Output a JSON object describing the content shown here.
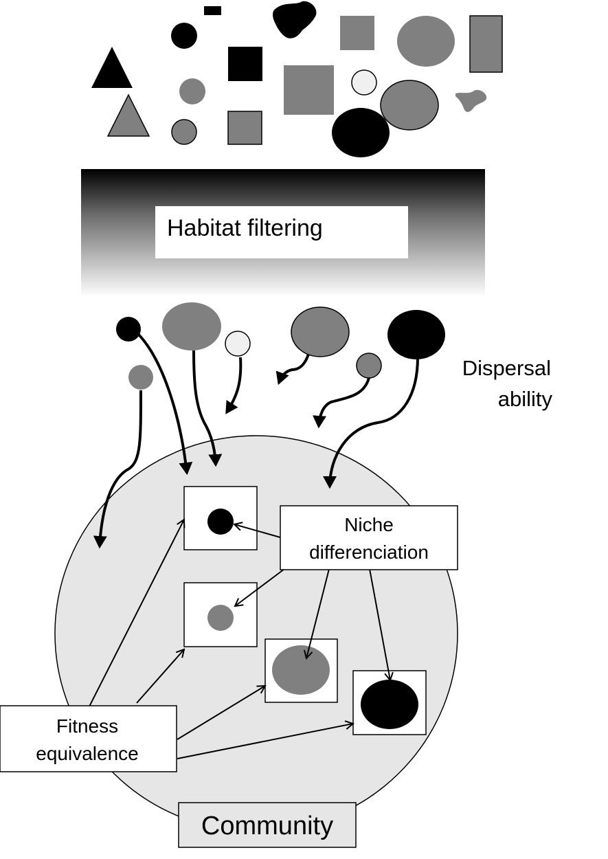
{
  "colors": {
    "black": "#000000",
    "gray": "#808080",
    "white": "#ffffff",
    "community_fill": "#e6e6e6",
    "label_box": "#ffffff"
  },
  "labels": {
    "habitat_filtering": "Habitat filtering",
    "dispersal_line1": "Dispersal",
    "dispersal_line2": "ability",
    "niche_line1": "Niche",
    "niche_line2": "differenciation",
    "fitness_line1": "Fitness",
    "fitness_line2": "equivalence",
    "community": "Community"
  },
  "species_pool": [
    {
      "shape": "triangle",
      "color": "black"
    },
    {
      "shape": "triangle",
      "color": "gray"
    },
    {
      "shape": "circle",
      "color": "black"
    },
    {
      "shape": "circle",
      "color": "gray"
    },
    {
      "shape": "circle",
      "color": "gray"
    },
    {
      "shape": "small-rectangle",
      "color": "black"
    },
    {
      "shape": "square",
      "color": "black"
    },
    {
      "shape": "square",
      "color": "gray"
    },
    {
      "shape": "blob",
      "color": "black"
    },
    {
      "shape": "square",
      "color": "gray"
    },
    {
      "shape": "circle",
      "color": "white"
    },
    {
      "shape": "ellipse",
      "color": "black"
    },
    {
      "shape": "square",
      "color": "gray"
    },
    {
      "shape": "ellipse",
      "color": "gray"
    },
    {
      "shape": "ellipse",
      "color": "gray"
    },
    {
      "shape": "rectangle",
      "color": "gray"
    },
    {
      "shape": "blob",
      "color": "gray"
    }
  ],
  "dispersers": [
    {
      "shape": "circle",
      "color": "black",
      "reaches_community": true
    },
    {
      "shape": "circle",
      "color": "gray",
      "reaches_community": true
    },
    {
      "shape": "ellipse",
      "color": "gray",
      "reaches_community": true
    },
    {
      "shape": "circle",
      "color": "white",
      "reaches_community": false
    },
    {
      "shape": "ellipse",
      "color": "gray",
      "reaches_community": false
    },
    {
      "shape": "circle",
      "color": "gray",
      "reaches_community": false
    },
    {
      "shape": "ellipse",
      "color": "black",
      "reaches_community": true
    }
  ],
  "community_species": [
    {
      "shape": "circle",
      "color": "black"
    },
    {
      "shape": "circle",
      "color": "gray"
    },
    {
      "shape": "ellipse",
      "color": "gray"
    },
    {
      "shape": "ellipse",
      "color": "black"
    }
  ]
}
